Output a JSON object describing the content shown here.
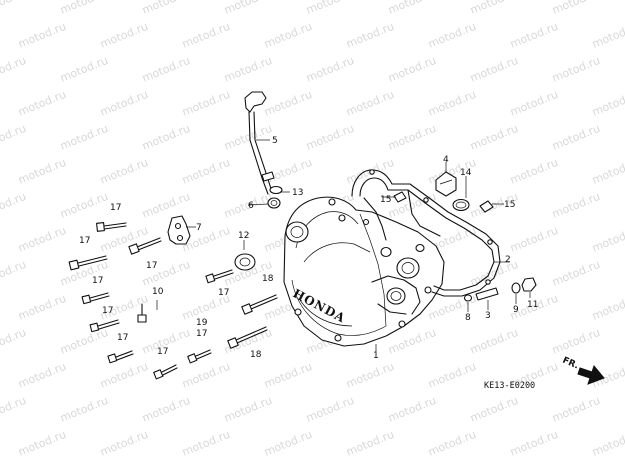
{
  "watermark": "motod.ru",
  "brand_text": "HONDA",
  "diagram_code": "KE13-E0200",
  "direction_label": "FR.",
  "callouts": [
    "1",
    "2",
    "3",
    "4",
    "5",
    "6",
    "7",
    "8",
    "9",
    "10",
    "11",
    "12",
    "13",
    "14",
    "15",
    "15",
    "17",
    "17",
    "17",
    "17",
    "17",
    "17",
    "17",
    "18",
    "18",
    "19",
    "17"
  ],
  "colors": {
    "ink": "#111111",
    "watermark": "#d8d8d8",
    "background": "#ffffff"
  }
}
